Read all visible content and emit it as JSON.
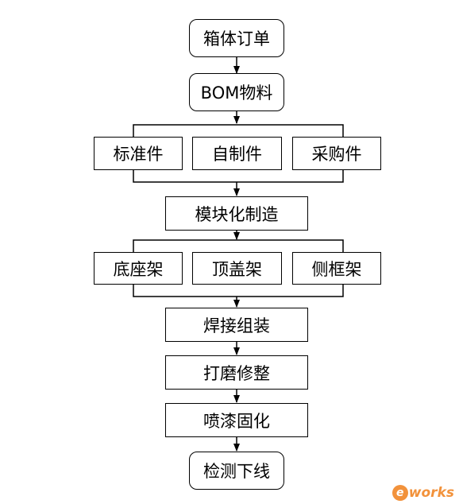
{
  "nodes": {
    "order": "箱体订单",
    "bom": "BOM物料",
    "standard_parts": "标准件",
    "self_made_parts": "自制件",
    "purchased_parts": "采购件",
    "modular_mfg": "模块化制造",
    "base_frame": "底座架",
    "top_cover_frame": "顶盖架",
    "side_frame": "侧框架",
    "welding_assembly": "焊接组装",
    "grinding_trimming": "打磨修整",
    "painting_curing": "喷漆固化",
    "inspection_offline": "检测下线"
  },
  "watermark": {
    "e": "e",
    "text": "works"
  }
}
